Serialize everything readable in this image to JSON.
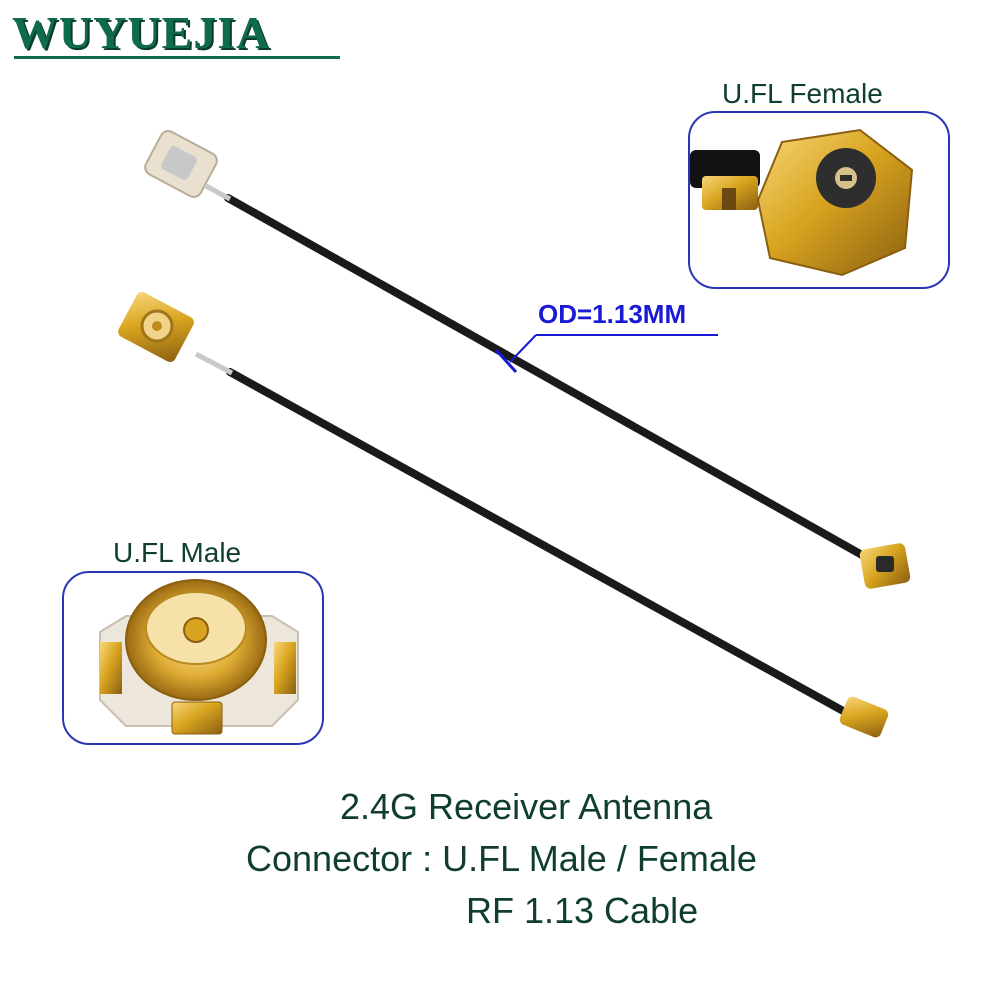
{
  "brand": {
    "text": "WUYUEJIA"
  },
  "labels": {
    "female": "U.FL Female",
    "male": "U.FL Male",
    "od": "OD=1.13MM"
  },
  "caption": {
    "line1": "2.4G Receiver Antenna",
    "line2": "Connector : U.FL Male / Female",
    "line3": "RF 1.13 Cable"
  },
  "colors": {
    "brand": "#0e6b4f",
    "text": "#0f3d2e",
    "accent": "#1a1ad6",
    "gold": "#d9a520",
    "cable": "#1a1a1a"
  }
}
